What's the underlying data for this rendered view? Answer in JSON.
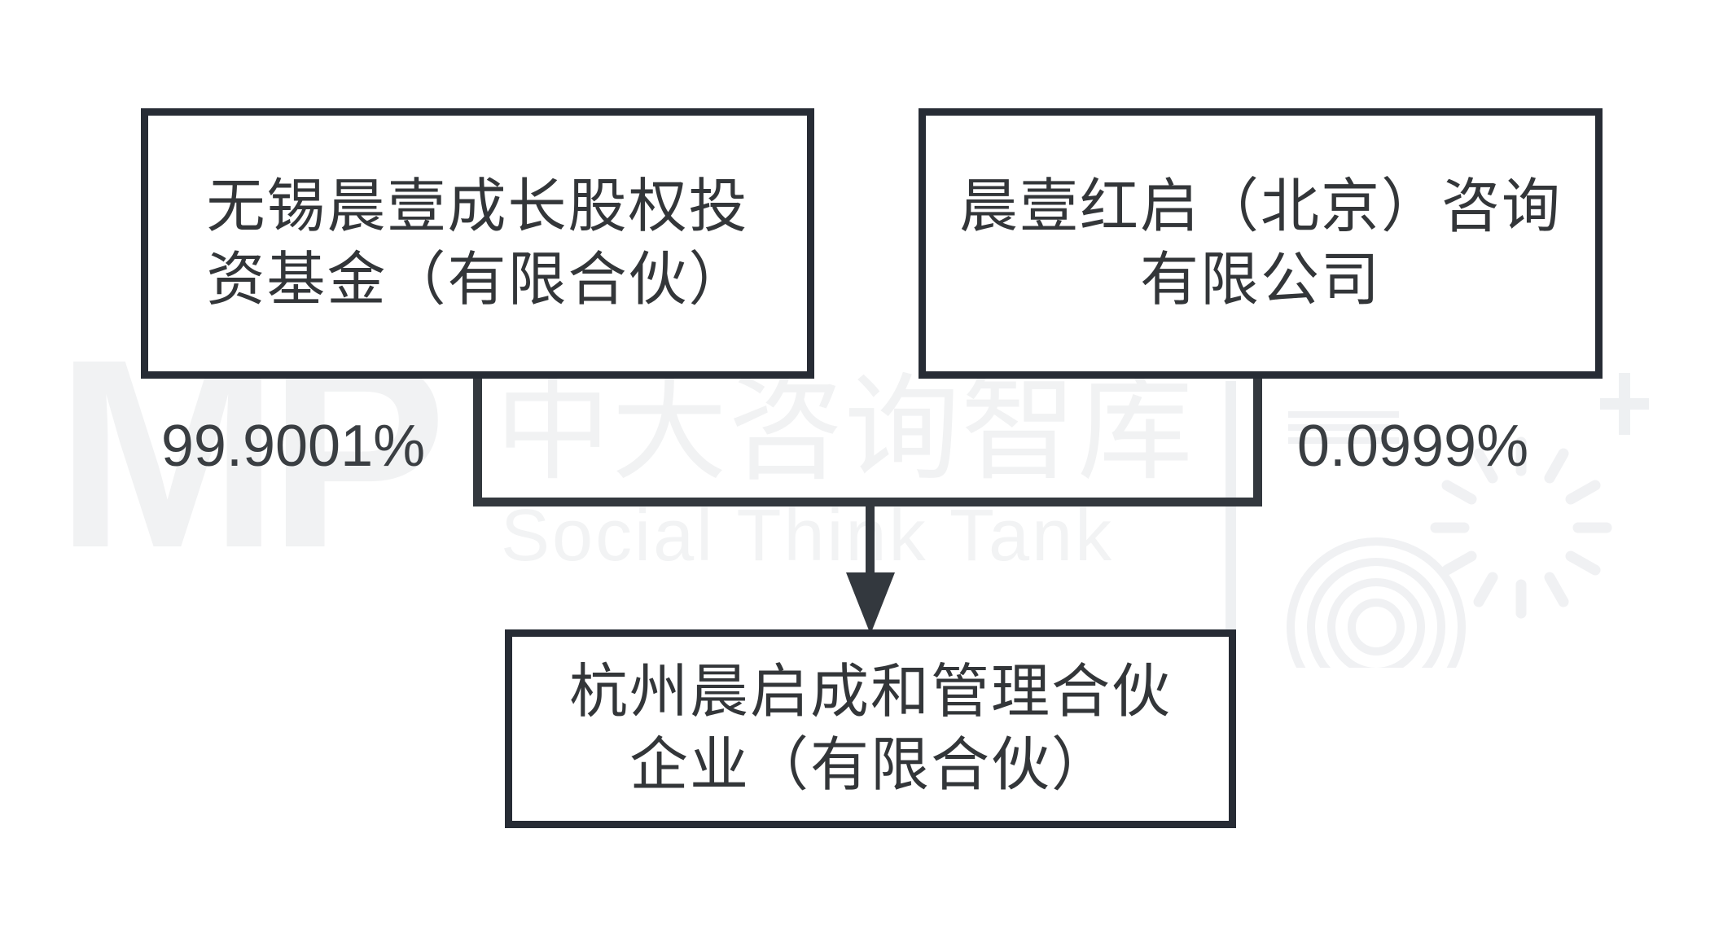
{
  "diagram_type": "ownership-structure",
  "nodes": {
    "parent_left": {
      "name": "无锡晨壹成长股权投资基金（有限合伙）",
      "line1": "无锡晨壹成长股权投",
      "line2": "资基金（有限合伙）",
      "ownership": "99.9001%"
    },
    "parent_right": {
      "name": "晨壹红启（北京）咨询有限公司",
      "line1": "晨壹红启（北京）咨询",
      "line2": "有限公司",
      "ownership": "0.0999%"
    },
    "child": {
      "name": "杭州晨启成和管理合伙企业（有限合伙）",
      "line1": "杭州晨启成和管理合伙",
      "line2": "企业（有限合伙）"
    }
  },
  "edges": [
    {
      "from": "parent_left",
      "to": "child",
      "label": "99.9001%"
    },
    {
      "from": "parent_right",
      "to": "child",
      "label": "0.0999%"
    }
  ],
  "watermark": {
    "initials": "MP",
    "brand_cn": "中大咨询智库",
    "brand_en": "Social Think Tank",
    "separator": "|",
    "plus_sign": "+"
  },
  "colors": {
    "background": "#ffffff",
    "box_border": "#272c35",
    "connector": "#33383e",
    "node_text": "#333639",
    "label_text": "#3a3e42",
    "watermark": "#f1f2f3"
  }
}
